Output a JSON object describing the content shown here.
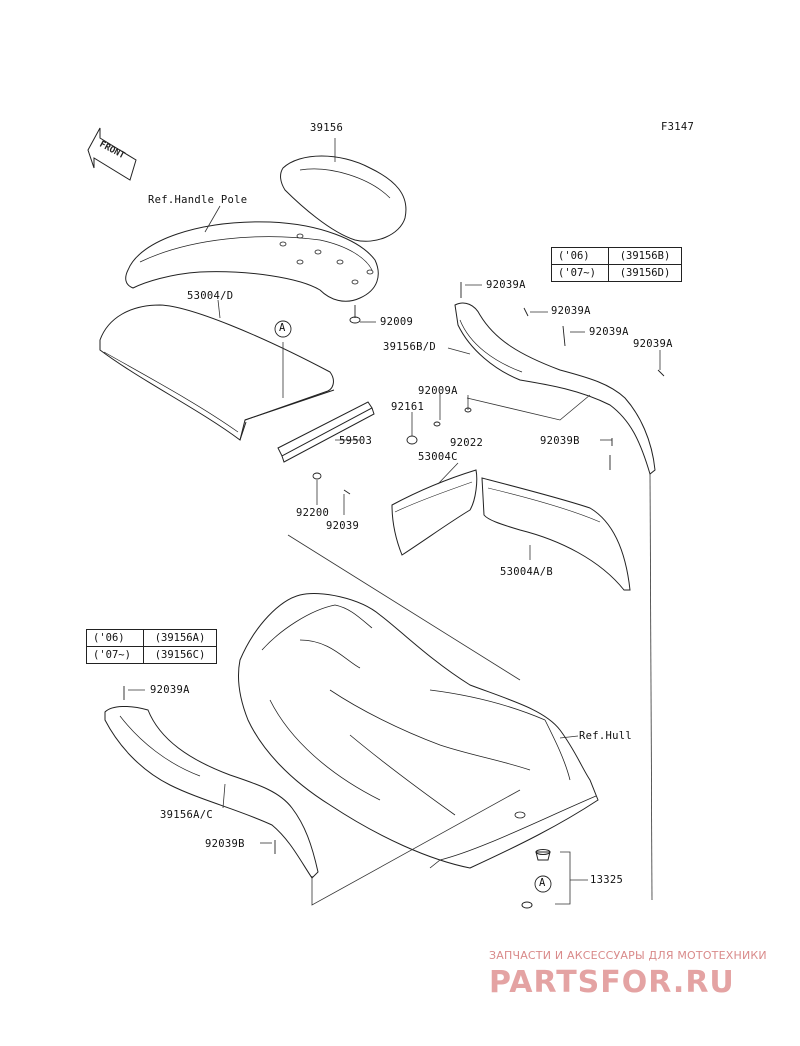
{
  "figure_code": "F3147",
  "front_label": "FRONT",
  "watermark": {
    "tagline": "ЗАПЧАСТИ И АКСЕССУАРЫ ДЛЯ МОТОТЕХНИКИ",
    "brand": "PARTSFOR.RU"
  },
  "callouts": {
    "p39156": "39156",
    "handle_pole": "Ref.Handle Pole",
    "p53004d": "53004/D",
    "p92009": "92009",
    "circle_a": "A",
    "p59503": "59503",
    "p92200": "92200",
    "p92039": "92039",
    "p92039a_1": "92039A",
    "p92039a_2": "92039A",
    "p92039a_3": "92039A",
    "p92039a_4": "92039A",
    "p39156bd": "39156B/D",
    "p92009a": "92009A",
    "p92161": "92161",
    "p92022": "92022",
    "p53004c": "53004C",
    "p92039b_r": "92039B",
    "p53004ab": "53004A/B",
    "p92039a_left": "92039A",
    "p39156ac": "39156A/C",
    "p92039b_l": "92039B",
    "ref_hull": "Ref.Hull",
    "p13325": "13325",
    "circle_a2": "A"
  },
  "table_right": [
    {
      "year": "('06)",
      "part": "(39156B)"
    },
    {
      "year": "('07~)",
      "part": "(39156D)"
    }
  ],
  "table_left": [
    {
      "year": "('06)",
      "part": "(39156A)"
    },
    {
      "year": "('07~)",
      "part": "(39156C)"
    }
  ]
}
